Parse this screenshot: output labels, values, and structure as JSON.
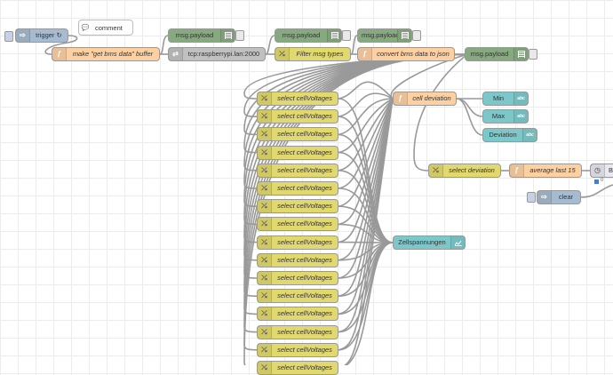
{
  "colors": {
    "inject": "#a6bbcf",
    "function": "#fdd0a2",
    "debug": "#87a980",
    "tcp": "#c0c0c0",
    "switch": "#e2d96e",
    "ui_text": "#7cc7c9",
    "wire": "#999999"
  },
  "nodes": {
    "trigger": {
      "label": "trigger ↻",
      "icon": "arrow-in-icon"
    },
    "comment": {
      "label": "comment"
    },
    "make_buffer": {
      "label": "make \"get bms data\" buffer",
      "icon": "function-icon"
    },
    "tcp": {
      "label": "tcp:raspberrypi.lan:2000",
      "icon": "network-icon"
    },
    "filter": {
      "label": "Filter msg types",
      "icon": "filter-icon"
    },
    "convert": {
      "label": "convert bms data to json",
      "icon": "function-icon"
    },
    "debug1": {
      "label": "msg.payload"
    },
    "debug2": {
      "label": "msg.payload"
    },
    "debug3": {
      "label": "msg.payload"
    },
    "debug4": {
      "label": "msg.payload"
    },
    "cell_deviation": {
      "label": "cell deviation",
      "icon": "function-icon"
    },
    "min": {
      "label": "Min",
      "badge": "abc"
    },
    "max": {
      "label": "Max",
      "badge": "abc"
    },
    "deviation": {
      "label": "Deviation",
      "badge": "abc"
    },
    "select_deviation": {
      "label": "select deviation",
      "icon": "switch-icon"
    },
    "average": {
      "label": "average last 15",
      "icon": "function-icon"
    },
    "partial": {
      "label": "B",
      "status": "0"
    },
    "clear": {
      "label": "clear",
      "icon": "arrow-in-icon"
    },
    "chart": {
      "label": "Zellspannungen"
    },
    "select_label": "select cellVoltages"
  }
}
